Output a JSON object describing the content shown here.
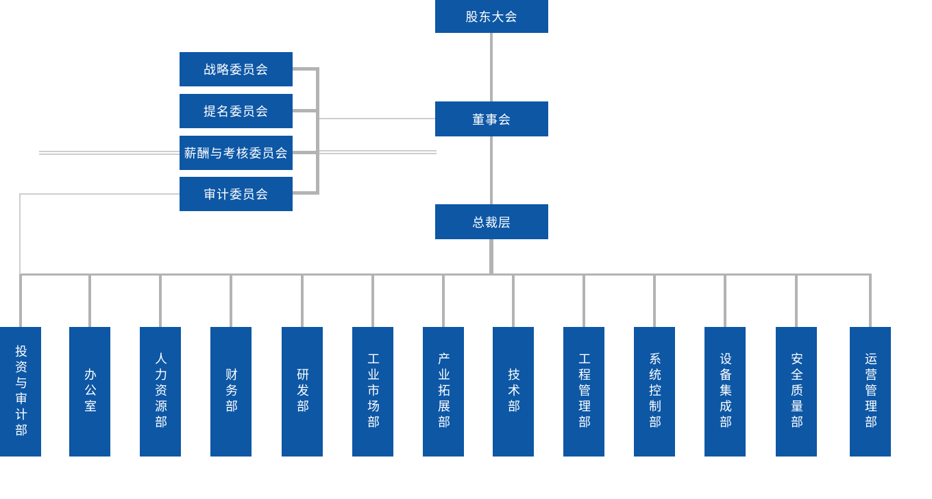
{
  "chart_type": "org-chart",
  "colors": {
    "node_fill": "#0D57A5",
    "node_text": "#FFFFFF",
    "connector": "#B3B3B3",
    "connector_thin": "#CDCDCD",
    "background": "#FFFFFF"
  },
  "nodes": {
    "shareholders": "股东大会",
    "board": "董事会",
    "president": "总裁层",
    "committees": [
      "战略委员会",
      "提名委员会",
      "薪酬与考核委员会",
      "审计委员会"
    ],
    "departments": [
      "投资与审计部",
      "办公室",
      "人力资源部",
      "财务部",
      "研发部",
      "工业市场部",
      "产业拓展部",
      "技术部",
      "工程管理部",
      "系统控制部",
      "设备集成部",
      "安全质量部",
      "运营管理部"
    ]
  }
}
